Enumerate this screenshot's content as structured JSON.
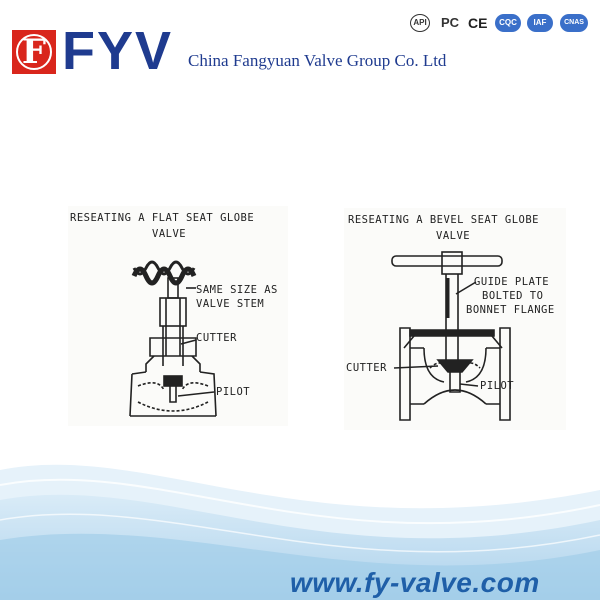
{
  "header": {
    "logo_letter": "F",
    "logo_text": "FYV",
    "company": "China Fangyuan Valve Group Co. Ltd",
    "certs": [
      {
        "icon": "api-icon",
        "label": "API"
      },
      {
        "icon": "pc-icon",
        "label": "PC"
      },
      {
        "icon": "ce-icon",
        "label": "CE"
      },
      {
        "icon": "cqc-icon",
        "label": "CQC"
      },
      {
        "icon": "iaf-icon",
        "label": "IAF"
      },
      {
        "icon": "cnas-icon",
        "label": "CNAS"
      }
    ]
  },
  "left_diagram": {
    "title_line1": "RESEATING A FLAT SEAT GLOBE",
    "title_line2": "VALVE",
    "label_size1": "SAME SIZE AS",
    "label_size2": "VALVE STEM",
    "label_cutter": "CUTTER",
    "label_pilot": "PILOT"
  },
  "right_diagram": {
    "title_line1": "RESEATING A BEVEL SEAT GLOBE",
    "title_line2": "VALVE",
    "label_guide1": "GUIDE PLATE",
    "label_guide2": "BOLTED TO",
    "label_guide3": "BONNET FLANGE",
    "label_cutter": "CUTTER",
    "label_pilot": "PILOT"
  },
  "footer": {
    "url": "www.fy-valve.com"
  },
  "colors": {
    "brand_red": "#d9261c",
    "brand_blue": "#1f3b8f",
    "url_blue": "#1f5fa8",
    "wave_blue": "#9ccbe8"
  }
}
